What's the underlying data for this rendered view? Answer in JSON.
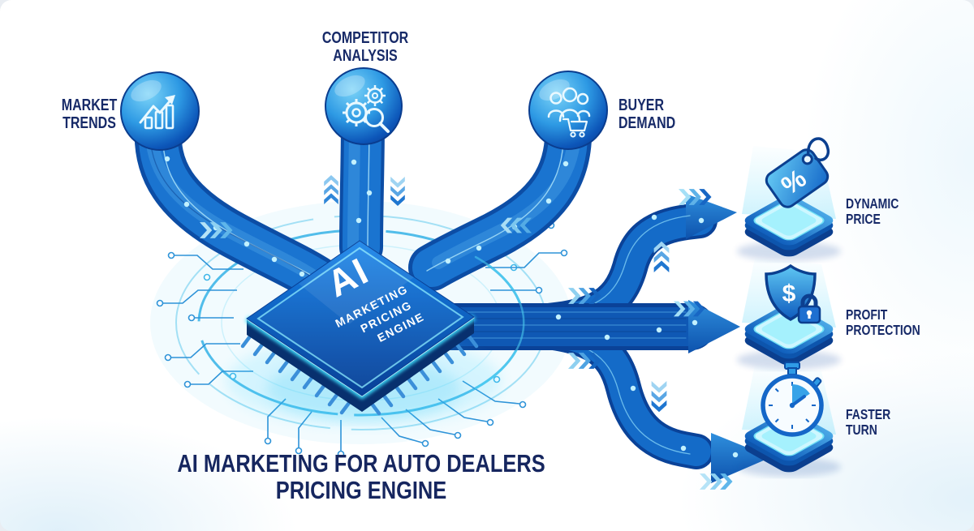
{
  "title": {
    "line1": "AI MARKETING FOR AUTO DEALERS",
    "line2": "PRICING ENGINE"
  },
  "inputs": [
    {
      "name": "Market Trends",
      "label_line1": "MARKET",
      "label_line2": "TRENDS",
      "icon": "trend-bar-chart-icon"
    },
    {
      "name": "Competitor Analysis",
      "label_line1": "COMPETITOR",
      "label_line2": "ANALYSIS",
      "icon": "gears-magnifier-icon"
    },
    {
      "name": "Buyer Demand",
      "label_line1": "BUYER",
      "label_line2": "DEMAND",
      "icon": "people-shopping-cart-icon"
    }
  ],
  "processor": {
    "name": "AI Marketing Pricing Engine chip",
    "label_ai": "AI",
    "label_line1": "MARKETING",
    "label_line2": "PRICING",
    "label_line3": "ENGINE"
  },
  "outputs": [
    {
      "name": "Dynamic Price",
      "label_line1": "DYNAMIC",
      "label_line2": "PRICE",
      "icon": "percent-price-tag-icon"
    },
    {
      "name": "Profit Protection",
      "label_line1": "PROFIT",
      "label_line2": "PROTECTION",
      "icon": "shield-dollar-lock-icon"
    },
    {
      "name": "Faster Turn",
      "label_line1": "FASTER",
      "label_line2": "TURN",
      "icon": "stopwatch-icon"
    }
  ],
  "glyphs": {
    "tag_percent": "%",
    "shield_dollar": "$"
  },
  "colors": {
    "label_navy": "#172a68",
    "pipe_blue": "#1a74d0",
    "pipe_dark": "#0c4da5",
    "band_blue": "#0f58b4",
    "glow_cyan": "#45e0ff",
    "accent_light": "#8fd6f5",
    "platform_glow": "#9ef0fd"
  }
}
